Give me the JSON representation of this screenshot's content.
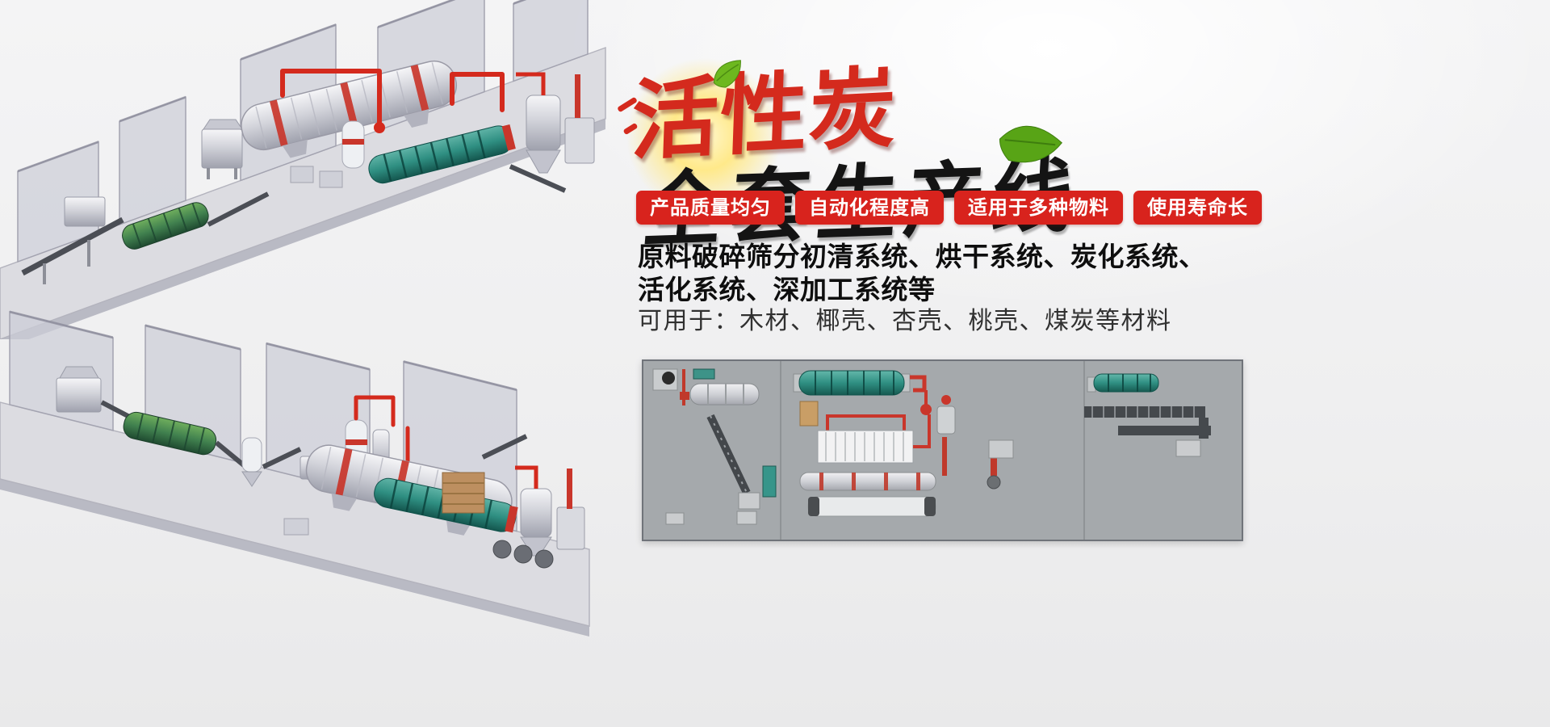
{
  "hero": {
    "title_red": "活性炭",
    "title_black": "全套生产线",
    "badges": [
      "产品质量均匀",
      "自动化程度高",
      "适用于多种物料",
      "使用寿命长"
    ],
    "desc_line1": "原料破碎筛分初清系统、烘干系统、炭化系统、",
    "desc_line2": "活化系统、深加工系统等",
    "applications": "可用于：木材、椰壳、杏壳、桃壳、煤炭等材料",
    "colors": {
      "accent_red": "#d8231d",
      "title_red": "#d42a1d",
      "title_black": "#141414",
      "panel_gray": "#a5a9ac",
      "machine_teal": "#2f8f82",
      "machine_green": "#41814f",
      "leaf_green": "#5aa41c"
    }
  },
  "illustrations": {
    "top_left": "3d-render-production-line-1",
    "bottom_left": "3d-render-production-line-2",
    "panel": "production-line-layout-schematic"
  }
}
